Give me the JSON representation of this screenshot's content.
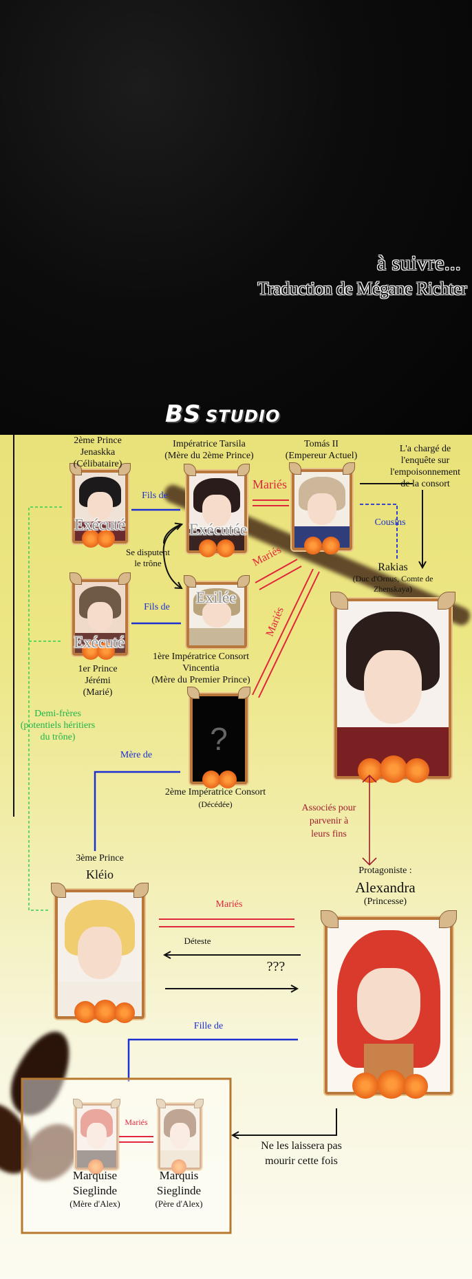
{
  "header": {
    "to_be_continued": "à suivre...",
    "credit": "Traduction de Mégane Richter",
    "logo_bs": "BS",
    "logo_studio": "STUDIO"
  },
  "colors": {
    "relation_blue": "#1c2fd2",
    "married_red": "#e0263c",
    "alliance_dark_red": "#a01d2d",
    "half_brothers_green": "#1fb34a",
    "frame_brown": "#b9773c"
  },
  "characters": {
    "jenaskka": {
      "line1": "2ème Prince",
      "line2": "Jenaskka",
      "line3": "(Célibataire)",
      "status": "Exécuté"
    },
    "tarsila": {
      "line1": "Impératrice Tarsila",
      "line2": "(Mère du 2ème Prince)",
      "status": "Exécutée"
    },
    "tomas": {
      "line1": "Tomás II",
      "line2": "(Empereur Actuel)"
    },
    "rakias": {
      "line1": "Rakias",
      "line2": "(Duc d'Ornus, Comte de",
      "line3": "Zhenskaya)"
    },
    "jeremi": {
      "line1": "1er Prince",
      "line2": "Jérémi",
      "line3": "(Marié)",
      "status": "Exécuté"
    },
    "vincentia": {
      "line1": "1ère Impératrice Consort",
      "line2": "Vincentia",
      "line3": "(Mère du Premier Prince)",
      "status": "Exilée"
    },
    "second_consort": {
      "line1": "2ème Impératrice Consort",
      "line2": "(Décédée)",
      "placeholder": "?"
    },
    "kleio": {
      "line1": "3ème Prince",
      "line2": "Kléio"
    },
    "alexandra": {
      "line1": "Protagoniste :",
      "line2": "Alexandra",
      "line3": "(Princesse)"
    },
    "marquise": {
      "line1": "Marquise",
      "line2": "Sieglinde",
      "line3": "(Mère d'Alex)"
    },
    "marquis": {
      "line1": "Marquis",
      "line2": "Sieglinde",
      "line3": "(Père d'Alex)"
    }
  },
  "relations": {
    "fils_de_1": "Fils de",
    "fils_de_2": "Fils de",
    "maries_tarsila": "Mariés",
    "maries_vincentia": "Mariés",
    "maries_consort": "Mariés",
    "throne_1": "Se disputent",
    "throne_2": "le trône",
    "task_1": "L'a chargé de",
    "task_2": "l'enquête sur",
    "task_3": "l'empoisonnement",
    "task_4": "de la consort",
    "cousins": "Cousins",
    "half_1": "Demi-frères",
    "half_2": "(potentiels héritiers",
    "half_3": "du trône)",
    "mere_de": "Mère de",
    "assoc_1": "Associés pour",
    "assoc_2": "parvenir à",
    "assoc_3": "leurs fins",
    "maries_kleio": "Mariés",
    "deteste": "Déteste",
    "unknown": "???",
    "fille_de": "Fille de",
    "maries_parents": "Mariés",
    "protect_1": "Ne les laissera pas",
    "protect_2": "mourir cette fois"
  }
}
